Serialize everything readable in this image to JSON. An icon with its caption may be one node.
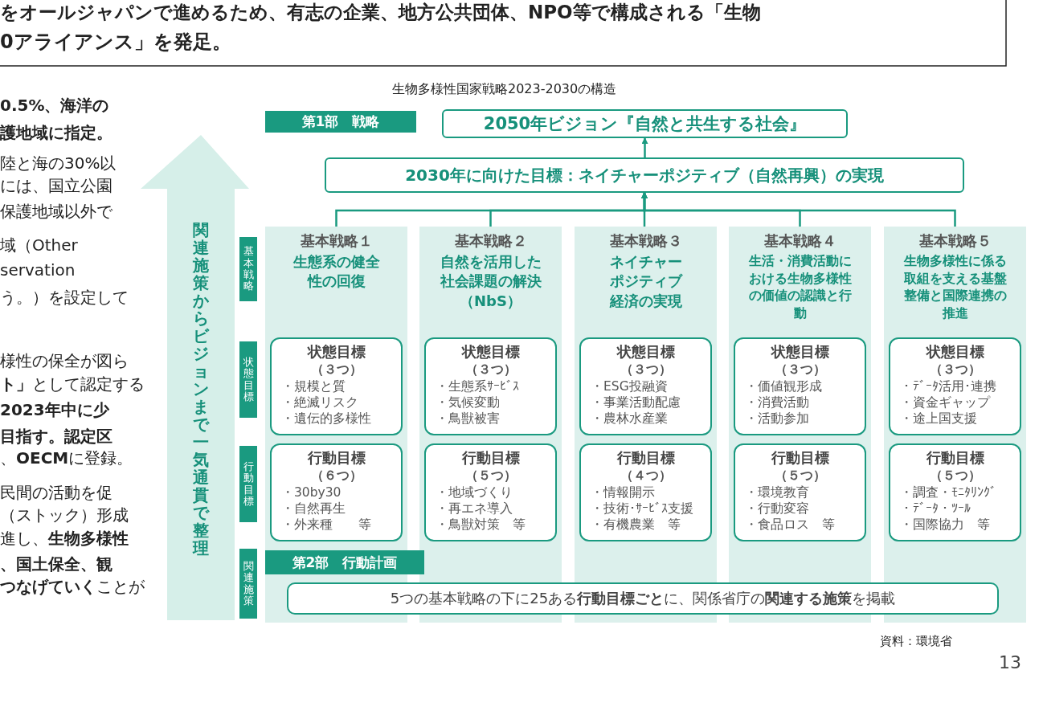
{
  "diagram": {
    "title": "生物多様性国家戦略2023-2030の構造",
    "nodes": [
      {
        "text": [
          "2050年ビジョン『自然と共生する社会』"
        ]
      },
      {
        "text": [
          "2030年に向けた目標：ネイチャーポジティブ（自然再興）の実現"
        ]
      },
      {
        "text": [
          "基本戦略１",
          "生態系の健全性の回復"
        ]
      },
      {
        "text": [
          "状態目標",
          "（３つ）",
          "・規模と質",
          "・絶滅リスク",
          "・遺伝的多様性"
        ],
        "in": 2
      },
      {
        "text": [
          "行動目標",
          "（６つ）",
          "・30by30",
          "・自然再生",
          "・外来種　　等"
        ],
        "in": 2
      },
      {
        "text": [
          "基本戦略２",
          "自然を活用した社会課題の解決（NbS）"
        ]
      },
      {
        "text": [
          "状態目標",
          "（３つ）",
          "・生態系ｻｰﾋﾞｽ",
          "・気候変動",
          "・鳥獣被害"
        ],
        "in": 5
      },
      {
        "text": [
          "行動目標",
          "（５つ）",
          "・地域づくり",
          "・再エネ導入",
          "・鳥獣対策　等"
        ],
        "in": 5
      },
      {
        "text": [
          "基本戦略３",
          "ネイチャーポジティブ経済の実現"
        ]
      },
      {
        "text": [
          "状態目標",
          "（３つ）",
          "・ESG投融資",
          "・事業活動配慮",
          "・農林水産業"
        ],
        "in": 8
      },
      {
        "text": [
          "行動目標",
          "（４つ）",
          "・情報開示",
          "・技術･ｻｰﾋﾞｽ支援",
          "・有機農業　等"
        ],
        "in": 8
      },
      {
        "text": [
          "基本戦略４",
          "生活・消費活動における生物多様性の価値の認識と行動"
        ]
      },
      {
        "text": [
          "状態目標",
          "（３つ）",
          "・価値観形成",
          "・消費活動",
          "・活動参加"
        ],
        "in": 11
      },
      {
        "text": [
          "行動目標",
          "（５つ）",
          "・環境教育",
          "・行動変容",
          "・食品ロス　等"
        ],
        "in": 11
      },
      {
        "text": [
          "基本戦略５",
          "生物多様性に係る取組を支える基盤整備と国際連携の推進"
        ]
      },
      {
        "text": [
          "状態目標",
          "（３つ）",
          "・ﾃﾞｰﾀ活用･連携",
          "・資金ギャップ",
          "・途上国支援"
        ],
        "in": 14
      },
      {
        "text": [
          "行動目標",
          "（５つ）",
          "・調査・ﾓﾆﾀﾘﾝｸﾞ",
          "・ﾃﾞｰﾀ・ﾂｰﾙ",
          "・国際協力　等"
        ],
        "in": 14
      },
      {
        "text": [
          "5つの基本戦略の下に25ある**行動目標ごと**に、関係省庁の**関連する施策**を掲載"
        ]
      }
    ],
    "edges": [
      {
        "from": 1,
        "to": 0,
        "arrow": "to"
      },
      {
        "from": 2,
        "to": 1,
        "arrow": "to"
      },
      {
        "from": 5,
        "to": 1,
        "arrow": "to"
      },
      {
        "from": 8,
        "to": 1,
        "arrow": "to"
      },
      {
        "from": 11,
        "to": 1,
        "arrow": "to"
      },
      {
        "from": 14,
        "to": 1,
        "arrow": "to"
      }
    ],
    "labels": [
      "をオールジャパンで進めるため、有志の企業、地方公共団体、NPO等で構成される「生物",
      "0アライアンス」を発足。",
      "0.5%、海洋の",
      "護地域に指定。",
      "陸と海の30%以",
      "には、国立公園",
      "保護地域以外で",
      "域（Other",
      "servation",
      "う。）を設定して",
      "様性の保全が図ら",
      "**ト」**として認定する",
      "2023年中に少",
      "目指す。認定区",
      "、**OECM**に登録。",
      "民間の活動を促",
      "（ストック）形成",
      "進し、**生物多様性**",
      "、国土保全、観",
      "**つなげていく**ことが",
      "関連施策からビジョンまで一気通貫で整理",
      "第1部　戦略",
      "基本戦略",
      "状態目標",
      "行動目標",
      "第2部　行動計画",
      "関連施策",
      "資料：環境省",
      "13"
    ]
  }
}
